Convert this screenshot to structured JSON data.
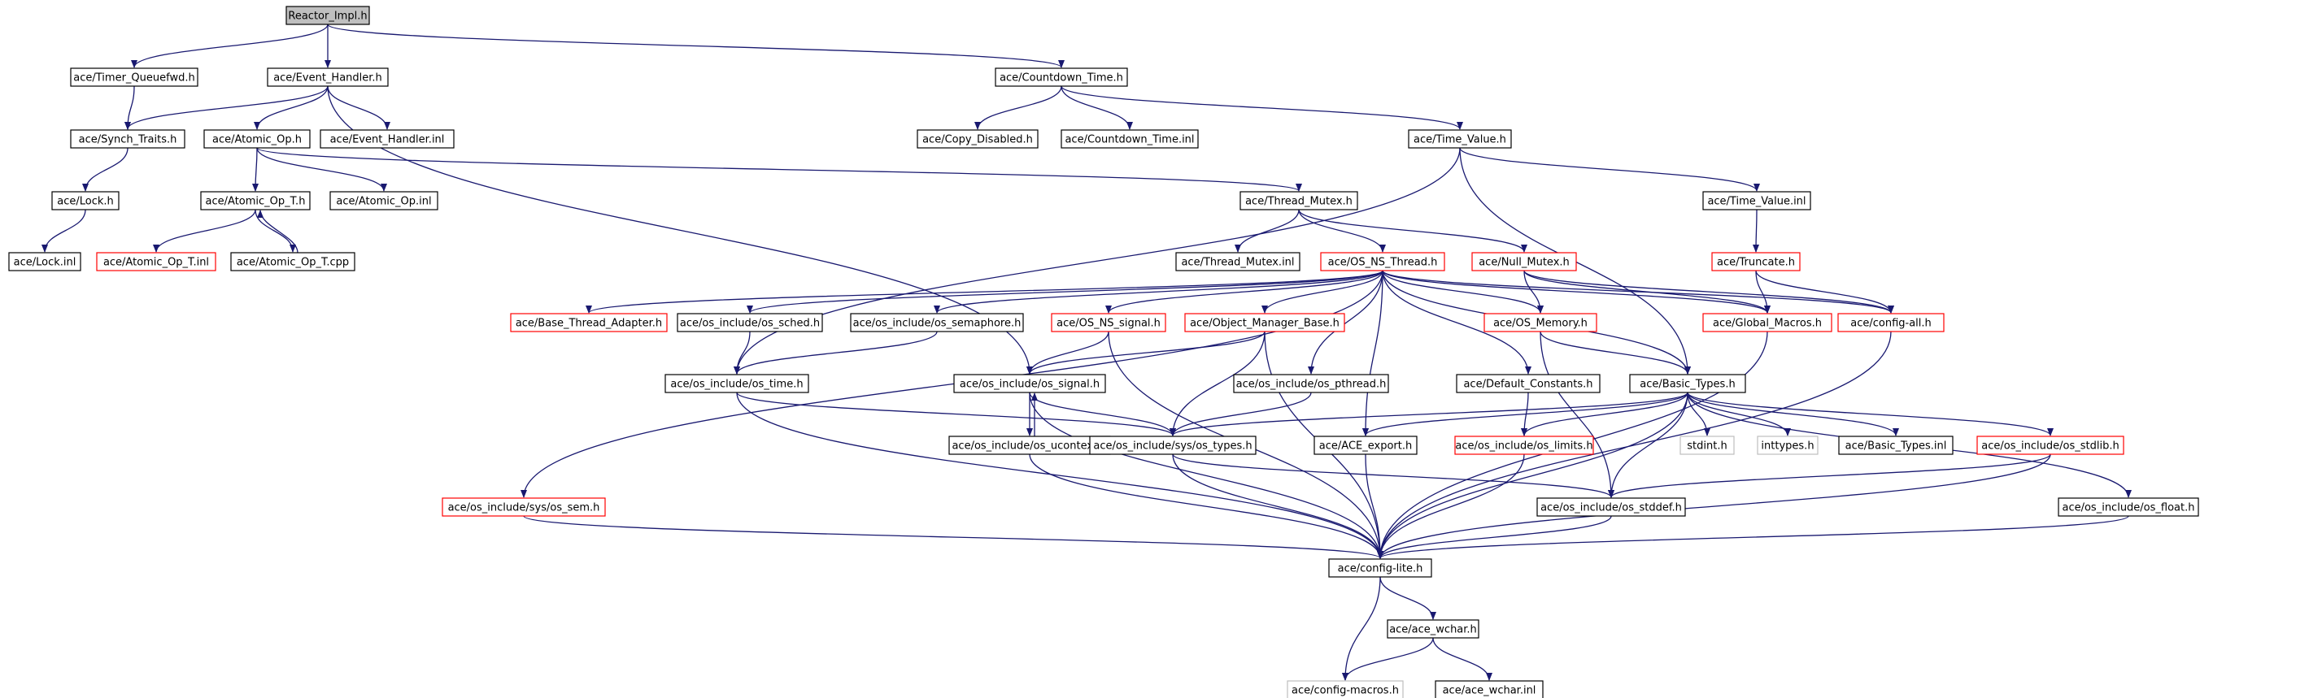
{
  "colors": {
    "edge": "#191970",
    "normal": "#000000",
    "incomplete": "#ff0000",
    "external": "#bfbfbf",
    "root_fill": "#bfbfbf"
  },
  "nodes": [
    {
      "id": "reactor_impl",
      "label": "Reactor_Impl.h",
      "kind": "root"
    },
    {
      "id": "timer_queuefwd",
      "label": "ace/Timer_Queuefwd.h",
      "kind": "normal"
    },
    {
      "id": "event_handler",
      "label": "ace/Event_Handler.h",
      "kind": "normal"
    },
    {
      "id": "countdown_time",
      "label": "ace/Countdown_Time.h",
      "kind": "normal"
    },
    {
      "id": "synch_traits",
      "label": "ace/Synch_Traits.h",
      "kind": "normal"
    },
    {
      "id": "atomic_op",
      "label": "ace/Atomic_Op.h",
      "kind": "normal"
    },
    {
      "id": "event_handler_inl",
      "label": "ace/Event_Handler.inl",
      "kind": "normal"
    },
    {
      "id": "copy_disabled",
      "label": "ace/Copy_Disabled.h",
      "kind": "normal"
    },
    {
      "id": "countdown_time_inl",
      "label": "ace/Countdown_Time.inl",
      "kind": "normal"
    },
    {
      "id": "time_value",
      "label": "ace/Time_Value.h",
      "kind": "normal"
    },
    {
      "id": "lock",
      "label": "ace/Lock.h",
      "kind": "normal"
    },
    {
      "id": "atomic_op_t",
      "label": "ace/Atomic_Op_T.h",
      "kind": "normal"
    },
    {
      "id": "atomic_op_inl",
      "label": "ace/Atomic_Op.inl",
      "kind": "normal"
    },
    {
      "id": "thread_mutex",
      "label": "ace/Thread_Mutex.h",
      "kind": "normal"
    },
    {
      "id": "time_value_inl",
      "label": "ace/Time_Value.inl",
      "kind": "normal"
    },
    {
      "id": "lock_inl",
      "label": "ace/Lock.inl",
      "kind": "normal"
    },
    {
      "id": "atomic_op_t_inl",
      "label": "ace/Atomic_Op_T.inl",
      "kind": "incomplete"
    },
    {
      "id": "atomic_op_t_cpp",
      "label": "ace/Atomic_Op_T.cpp",
      "kind": "normal"
    },
    {
      "id": "thread_mutex_inl",
      "label": "ace/Thread_Mutex.inl",
      "kind": "normal"
    },
    {
      "id": "os_ns_thread",
      "label": "ace/OS_NS_Thread.h",
      "kind": "incomplete"
    },
    {
      "id": "null_mutex",
      "label": "ace/Null_Mutex.h",
      "kind": "incomplete"
    },
    {
      "id": "truncate",
      "label": "ace/Truncate.h",
      "kind": "incomplete"
    },
    {
      "id": "base_thread_adapter",
      "label": "ace/Base_Thread_Adapter.h",
      "kind": "incomplete"
    },
    {
      "id": "os_sched",
      "label": "ace/os_include/os_sched.h",
      "kind": "normal"
    },
    {
      "id": "os_semaphore",
      "label": "ace/os_include/os_semaphore.h",
      "kind": "normal"
    },
    {
      "id": "os_ns_signal",
      "label": "ace/OS_NS_signal.h",
      "kind": "incomplete"
    },
    {
      "id": "object_manager_base",
      "label": "ace/Object_Manager_Base.h",
      "kind": "incomplete"
    },
    {
      "id": "os_memory",
      "label": "ace/OS_Memory.h",
      "kind": "incomplete"
    },
    {
      "id": "global_macros",
      "label": "ace/Global_Macros.h",
      "kind": "incomplete"
    },
    {
      "id": "config_all",
      "label": "ace/config-all.h",
      "kind": "incomplete"
    },
    {
      "id": "os_time",
      "label": "ace/os_include/os_time.h",
      "kind": "normal"
    },
    {
      "id": "os_signal",
      "label": "ace/os_include/os_signal.h",
      "kind": "normal"
    },
    {
      "id": "os_pthread",
      "label": "ace/os_include/os_pthread.h",
      "kind": "normal"
    },
    {
      "id": "default_constants",
      "label": "ace/Default_Constants.h",
      "kind": "normal"
    },
    {
      "id": "basic_types",
      "label": "ace/Basic_Types.h",
      "kind": "normal"
    },
    {
      "id": "os_ucontext",
      "label": "ace/os_include/os_ucontext.h",
      "kind": "normal"
    },
    {
      "id": "sys_os_types",
      "label": "ace/os_include/sys/os_types.h",
      "kind": "normal"
    },
    {
      "id": "ace_export",
      "label": "ace/ACE_export.h",
      "kind": "normal"
    },
    {
      "id": "os_limits",
      "label": "ace/os_include/os_limits.h",
      "kind": "incomplete"
    },
    {
      "id": "stdint",
      "label": "stdint.h",
      "kind": "external"
    },
    {
      "id": "inttypes",
      "label": "inttypes.h",
      "kind": "external"
    },
    {
      "id": "basic_types_inl",
      "label": "ace/Basic_Types.inl",
      "kind": "normal"
    },
    {
      "id": "os_stdlib",
      "label": "ace/os_include/os_stdlib.h",
      "kind": "incomplete"
    },
    {
      "id": "sys_os_sem",
      "label": "ace/os_include/sys/os_sem.h",
      "kind": "incomplete"
    },
    {
      "id": "os_stddef",
      "label": "ace/os_include/os_stddef.h",
      "kind": "normal"
    },
    {
      "id": "os_float",
      "label": "ace/os_include/os_float.h",
      "kind": "normal"
    },
    {
      "id": "config_lite",
      "label": "ace/config-lite.h",
      "kind": "normal"
    },
    {
      "id": "ace_wchar",
      "label": "ace/ace_wchar.h",
      "kind": "normal"
    },
    {
      "id": "config_macros",
      "label": "ace/config-macros.h",
      "kind": "external"
    },
    {
      "id": "ace_wchar_inl",
      "label": "ace/ace_wchar.inl",
      "kind": "normal"
    }
  ],
  "edges": [
    [
      "reactor_impl",
      "timer_queuefwd"
    ],
    [
      "reactor_impl",
      "event_handler"
    ],
    [
      "reactor_impl",
      "countdown_time"
    ],
    [
      "timer_queuefwd",
      "synch_traits"
    ],
    [
      "event_handler",
      "synch_traits"
    ],
    [
      "event_handler",
      "atomic_op"
    ],
    [
      "event_handler",
      "event_handler_inl"
    ],
    [
      "event_handler",
      "os_signal"
    ],
    [
      "countdown_time",
      "copy_disabled"
    ],
    [
      "countdown_time",
      "countdown_time_inl"
    ],
    [
      "countdown_time",
      "time_value"
    ],
    [
      "synch_traits",
      "lock"
    ],
    [
      "lock",
      "lock_inl"
    ],
    [
      "atomic_op",
      "atomic_op_t"
    ],
    [
      "atomic_op",
      "atomic_op_inl"
    ],
    [
      "atomic_op",
      "thread_mutex"
    ],
    [
      "atomic_op_t",
      "atomic_op_t_inl"
    ],
    [
      "atomic_op_t",
      "atomic_op_t_cpp"
    ],
    [
      "atomic_op_t_cpp",
      "atomic_op_t"
    ],
    [
      "time_value",
      "os_time"
    ],
    [
      "time_value",
      "time_value_inl"
    ],
    [
      "time_value",
      "basic_types"
    ],
    [
      "time_value_inl",
      "truncate"
    ],
    [
      "thread_mutex",
      "thread_mutex_inl"
    ],
    [
      "thread_mutex",
      "os_ns_thread"
    ],
    [
      "thread_mutex",
      "null_mutex"
    ],
    [
      "os_ns_thread",
      "base_thread_adapter"
    ],
    [
      "os_ns_thread",
      "os_sched"
    ],
    [
      "os_ns_thread",
      "os_semaphore"
    ],
    [
      "os_ns_thread",
      "os_ns_signal"
    ],
    [
      "os_ns_thread",
      "object_manager_base"
    ],
    [
      "os_ns_thread",
      "os_memory"
    ],
    [
      "os_ns_thread",
      "global_macros"
    ],
    [
      "os_ns_thread",
      "config_all"
    ],
    [
      "os_ns_thread",
      "os_pthread"
    ],
    [
      "os_ns_thread",
      "default_constants"
    ],
    [
      "os_ns_thread",
      "basic_types"
    ],
    [
      "os_ns_thread",
      "ace_export"
    ],
    [
      "os_ns_thread",
      "sys_os_sem"
    ],
    [
      "null_mutex",
      "os_memory"
    ],
    [
      "null_mutex",
      "global_macros"
    ],
    [
      "null_mutex",
      "config_all"
    ],
    [
      "truncate",
      "global_macros"
    ],
    [
      "truncate",
      "config_all"
    ],
    [
      "os_sched",
      "os_time"
    ],
    [
      "os_semaphore",
      "os_time"
    ],
    [
      "os_ns_signal",
      "os_signal"
    ],
    [
      "os_ns_signal",
      "config_lite"
    ],
    [
      "object_manager_base",
      "os_signal"
    ],
    [
      "object_manager_base",
      "sys_os_types"
    ],
    [
      "object_manager_base",
      "config_lite"
    ],
    [
      "os_memory",
      "basic_types"
    ],
    [
      "os_memory",
      "os_stddef"
    ],
    [
      "global_macros",
      "config_lite"
    ],
    [
      "config_all",
      "config_lite"
    ],
    [
      "os_time",
      "sys_os_types"
    ],
    [
      "os_time",
      "config_lite"
    ],
    [
      "os_signal",
      "os_ucontext"
    ],
    [
      "os_signal",
      "sys_os_types"
    ],
    [
      "os_signal",
      "config_lite"
    ],
    [
      "os_ucontext",
      "os_signal"
    ],
    [
      "os_ucontext",
      "config_lite"
    ],
    [
      "os_pthread",
      "sys_os_types"
    ],
    [
      "default_constants",
      "os_limits"
    ],
    [
      "basic_types",
      "sys_os_types"
    ],
    [
      "basic_types",
      "ace_export"
    ],
    [
      "basic_types",
      "os_limits"
    ],
    [
      "basic_types",
      "stdint"
    ],
    [
      "basic_types",
      "inttypes"
    ],
    [
      "basic_types",
      "basic_types_inl"
    ],
    [
      "basic_types",
      "os_stdlib"
    ],
    [
      "basic_types",
      "os_stddef"
    ],
    [
      "basic_types",
      "os_float"
    ],
    [
      "basic_types",
      "config_lite"
    ],
    [
      "sys_os_types",
      "os_stddef"
    ],
    [
      "sys_os_types",
      "config_lite"
    ],
    [
      "ace_export",
      "config_lite"
    ],
    [
      "os_limits",
      "config_lite"
    ],
    [
      "os_stdlib",
      "os_stddef"
    ],
    [
      "os_stdlib",
      "config_lite"
    ],
    [
      "sys_os_sem",
      "config_lite"
    ],
    [
      "os_stddef",
      "config_lite"
    ],
    [
      "os_float",
      "config_lite"
    ],
    [
      "config_lite",
      "ace_wchar"
    ],
    [
      "config_lite",
      "config_macros"
    ],
    [
      "ace_wchar",
      "config_macros"
    ],
    [
      "ace_wchar",
      "ace_wchar_inl"
    ]
  ]
}
